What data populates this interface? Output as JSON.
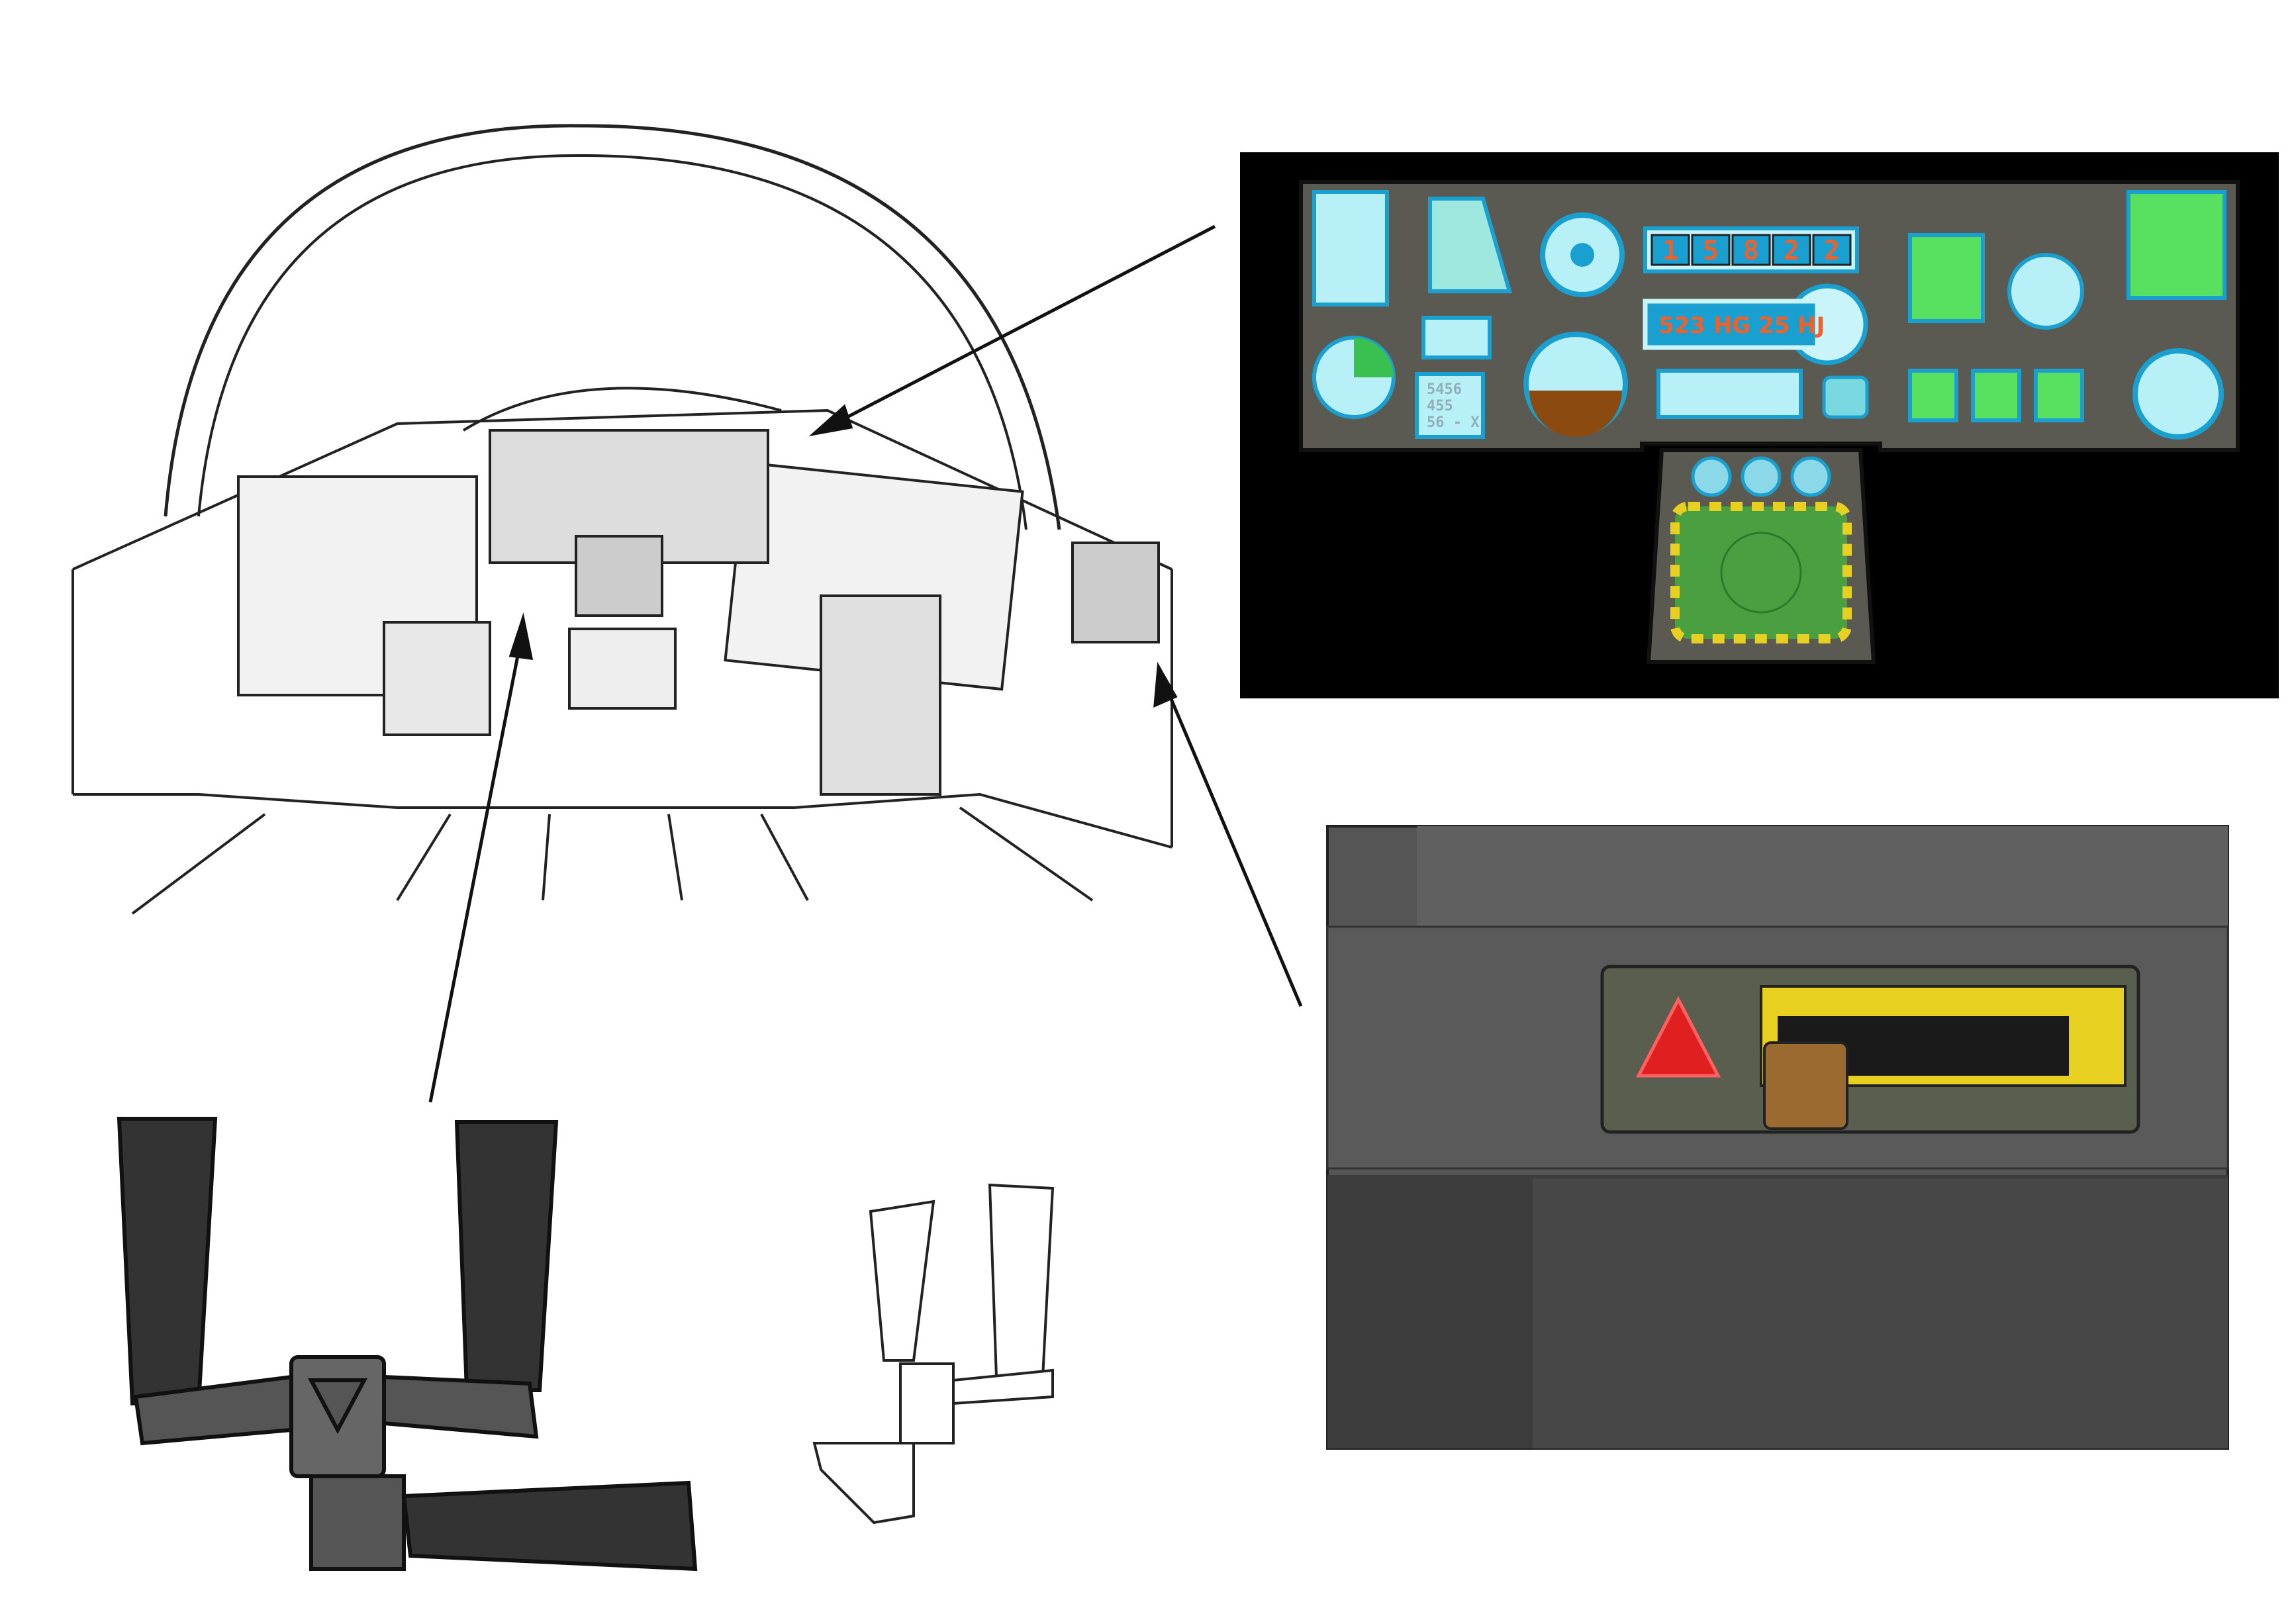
{
  "panel": {
    "counter_digits": [
      "1",
      "5",
      "8",
      "2",
      "2"
    ],
    "code_display": "523 HG 25 HJ",
    "readout_lines": [
      "5456",
      "455",
      "56 - X"
    ]
  },
  "colors": {
    "panel_bg": "#000000",
    "screen_cyan": "#b8f0f8",
    "screen_blue": "#1aa0d0",
    "digit_orange": "#f0602a",
    "radar_green": "#4aa040",
    "hazard_yellow": "#e8d020",
    "warning_red": "#e02020",
    "metal_grey": "#5a5a52"
  }
}
